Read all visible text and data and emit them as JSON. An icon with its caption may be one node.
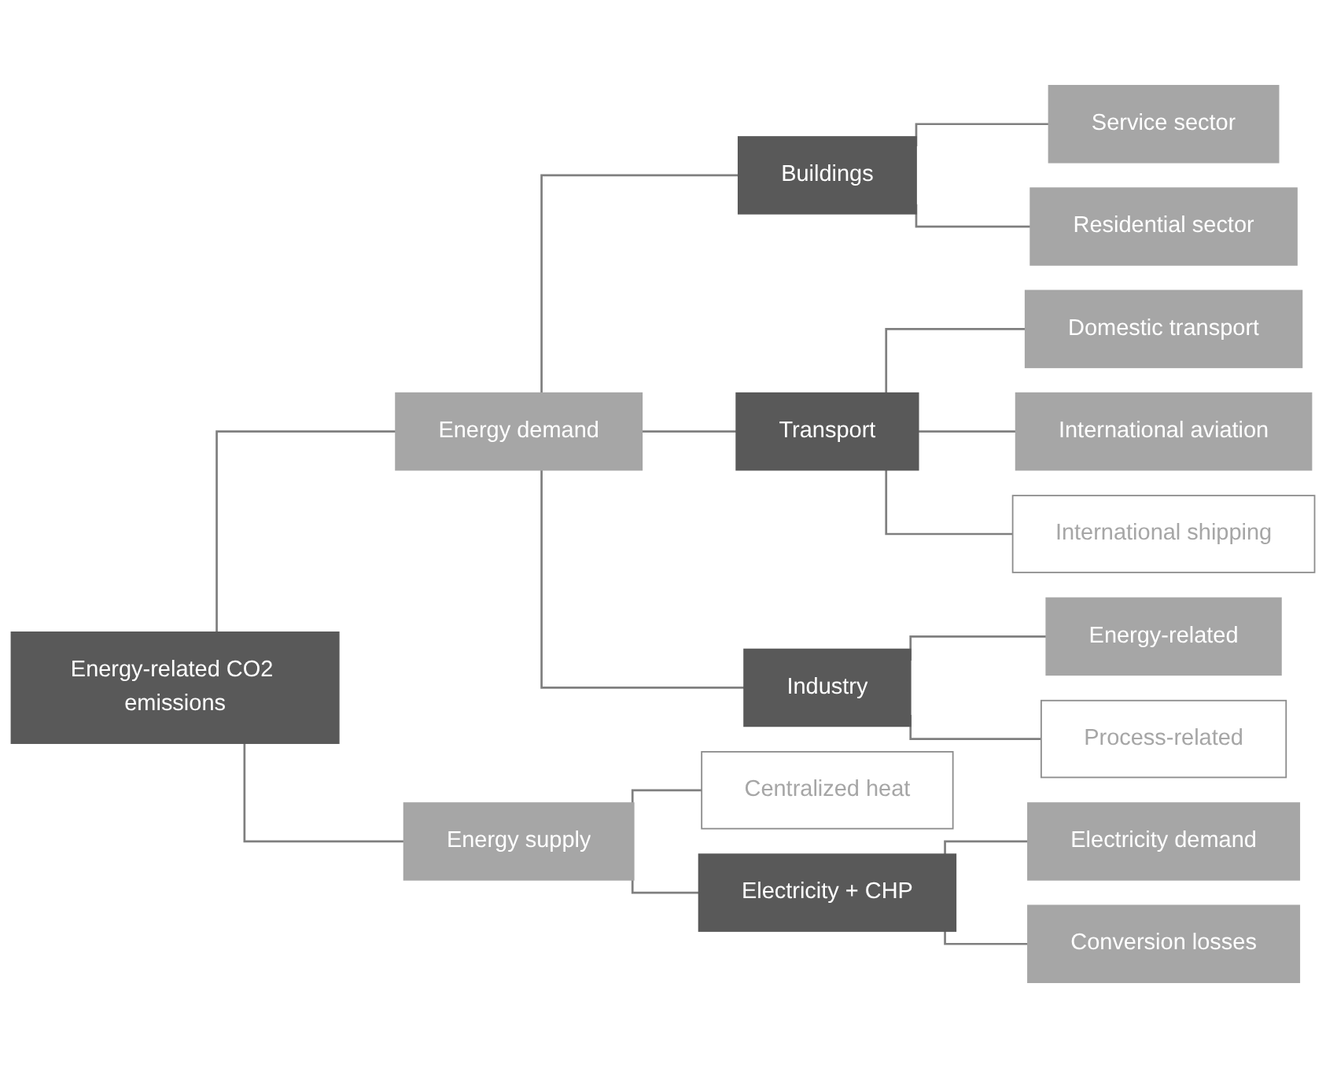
{
  "diagram": {
    "nodes": [
      {
        "text": [
          "Energy-related CO2 emissions"
        ]
      },
      {
        "text": [
          "Energy demand"
        ]
      },
      {
        "text": [
          "Energy supply"
        ]
      },
      {
        "text": [
          "Buildings"
        ]
      },
      {
        "text": [
          "Transport"
        ]
      },
      {
        "text": [
          "Industry"
        ]
      },
      {
        "text": [
          "Centralized heat"
        ]
      },
      {
        "text": [
          "Electricity + CHP"
        ]
      },
      {
        "text": [
          "Service sector"
        ]
      },
      {
        "text": [
          "Residential sector"
        ]
      },
      {
        "text": [
          "Domestic transport"
        ]
      },
      {
        "text": [
          "International aviation"
        ]
      },
      {
        "text": [
          "International shipping"
        ]
      },
      {
        "text": [
          "Energy-related"
        ]
      },
      {
        "text": [
          "Process-related"
        ]
      },
      {
        "text": [
          "Electricity demand"
        ]
      },
      {
        "text": [
          "Conversion losses"
        ]
      }
    ],
    "edges": [
      {
        "from": 0,
        "to": 1,
        "arrow": "none"
      },
      {
        "from": 0,
        "to": 2,
        "arrow": "none"
      },
      {
        "from": 1,
        "to": 3,
        "arrow": "none"
      },
      {
        "from": 1,
        "to": 4,
        "arrow": "none"
      },
      {
        "from": 1,
        "to": 5,
        "arrow": "none"
      },
      {
        "from": 2,
        "to": 6,
        "arrow": "none"
      },
      {
        "from": 2,
        "to": 7,
        "arrow": "none"
      },
      {
        "from": 3,
        "to": 8,
        "arrow": "none"
      },
      {
        "from": 3,
        "to": 9,
        "arrow": "none"
      },
      {
        "from": 4,
        "to": 10,
        "arrow": "none"
      },
      {
        "from": 4,
        "to": 11,
        "arrow": "none"
      },
      {
        "from": 4,
        "to": 12,
        "arrow": "none"
      },
      {
        "from": 5,
        "to": 13,
        "arrow": "none"
      },
      {
        "from": 5,
        "to": 14,
        "arrow": "none"
      },
      {
        "from": 7,
        "to": 15,
        "arrow": "none"
      },
      {
        "from": 7,
        "to": 16,
        "arrow": "none"
      }
    ]
  }
}
